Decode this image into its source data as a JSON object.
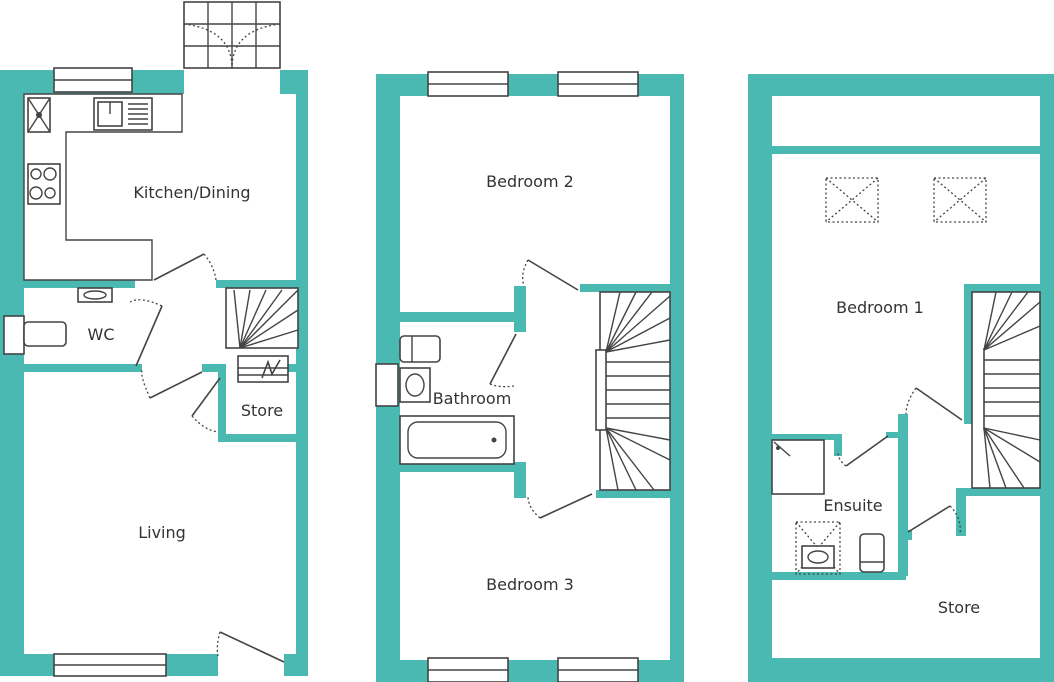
{
  "colors": {
    "wall": "#4ab9b1",
    "line": "#444444",
    "text": "#333333",
    "background": "#ffffff"
  },
  "floors": [
    {
      "rooms": [
        {
          "id": "kitchen",
          "label": "Kitchen/Dining"
        },
        {
          "id": "wc",
          "label": "WC"
        },
        {
          "id": "store-ground",
          "label": "Store"
        },
        {
          "id": "living",
          "label": "Living"
        }
      ]
    },
    {
      "rooms": [
        {
          "id": "bedroom2",
          "label": "Bedroom 2"
        },
        {
          "id": "bathroom",
          "label": "Bathroom"
        },
        {
          "id": "bedroom3",
          "label": "Bedroom 3"
        }
      ]
    },
    {
      "rooms": [
        {
          "id": "bedroom1",
          "label": "Bedroom 1"
        },
        {
          "id": "ensuite",
          "label": "Ensuite"
        },
        {
          "id": "store-second",
          "label": "Store"
        }
      ]
    }
  ],
  "fixtures": [
    "sink-icon",
    "hob-icon",
    "washing-machine-icon",
    "toilet-icon",
    "basin-icon",
    "bath-icon",
    "shower-tray-icon",
    "skylight-icon",
    "staircase-icon",
    "window-icon",
    "door-icon"
  ]
}
